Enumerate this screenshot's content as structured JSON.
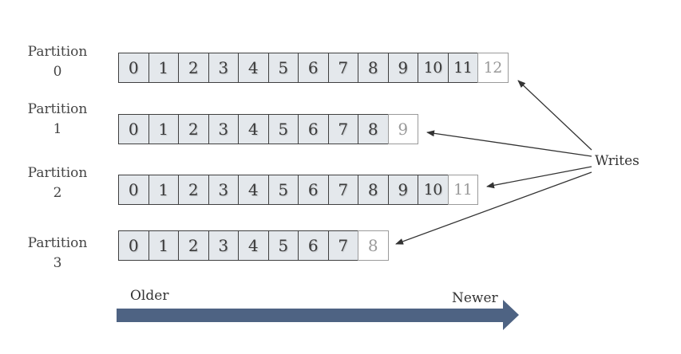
{
  "partitions": [
    {
      "label_top": "Partition",
      "label_bottom": "0",
      "offsets": [
        "0",
        "1",
        "2",
        "3",
        "4",
        "5",
        "6",
        "7",
        "8",
        "9",
        "10",
        "11"
      ],
      "next": "12"
    },
    {
      "label_top": "Partition",
      "label_bottom": "1",
      "offsets": [
        "0",
        "1",
        "2",
        "3",
        "4",
        "5",
        "6",
        "7",
        "8"
      ],
      "next": "9"
    },
    {
      "label_top": "Partition",
      "label_bottom": "2",
      "offsets": [
        "0",
        "1",
        "2",
        "3",
        "4",
        "5",
        "6",
        "7",
        "8",
        "9",
        "10"
      ],
      "next": "11"
    },
    {
      "label_top": "Partition",
      "label_bottom": "3",
      "offsets": [
        "0",
        "1",
        "2",
        "3",
        "4",
        "5",
        "6",
        "7"
      ],
      "next": "8"
    }
  ],
  "writes_label": "Writes",
  "timeline": {
    "older_label": "Older",
    "newer_label": "Newer"
  },
  "colors": {
    "cell_fill": "#e4e8ec",
    "cell_border": "#3f3f3f",
    "new_cell_text": "#9a9a9a",
    "arrow": "#4e6383",
    "lines": "#333333"
  }
}
